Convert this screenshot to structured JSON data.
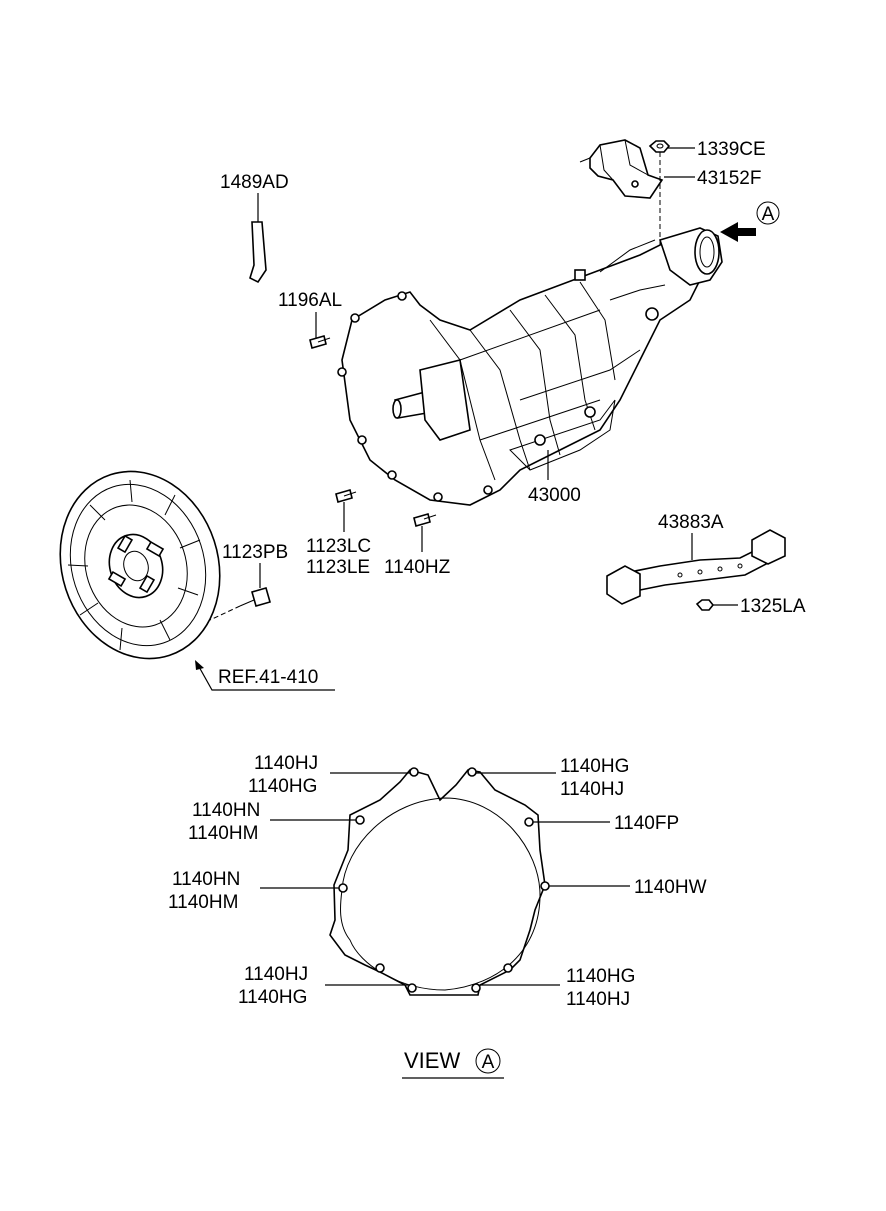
{
  "part_labels": {
    "p1339CE": "1339CE",
    "p43152F": "43152F",
    "p1489AD": "1489AD",
    "p1196AL": "1196AL",
    "p43000": "43000",
    "p43883A": "43883A",
    "p1325LA": "1325LA",
    "p1123PB": "1123PB",
    "p1123LC": "1123LC",
    "p1123LE": "1123LE",
    "p1140HZ": "1140HZ",
    "ref": "REF.41-410"
  },
  "view_labels": {
    "tl_1": "1140HJ",
    "tl_2": "1140HG",
    "tr_1": "1140HG",
    "tr_2": "1140HJ",
    "ml_1": "1140HN",
    "ml_2": "1140HM",
    "mr": "1140FP",
    "ll_1": "1140HN",
    "ll_2": "1140HM",
    "lr": "1140HW",
    "bl_1": "1140HJ",
    "bl_2": "1140HG",
    "br_1": "1140HG",
    "br_2": "1140HJ"
  },
  "view_marker": "A",
  "view_title": "VIEW",
  "callout_marker": "A"
}
